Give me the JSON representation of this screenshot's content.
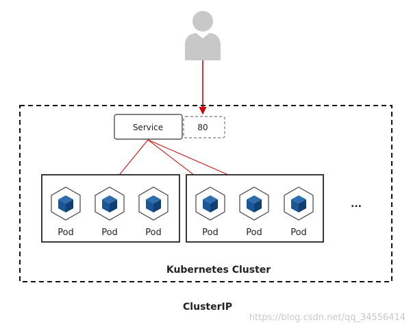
{
  "service": {
    "label": "Service",
    "port": "80"
  },
  "pods": {
    "group_left": [
      "Pod",
      "Pod",
      "Pod"
    ],
    "group_right": [
      "Pod",
      "Pod",
      "Pod"
    ]
  },
  "ellipsis": "...",
  "cluster_label": "Kubernetes Cluster",
  "caption": "ClusterIP",
  "watermark": "https://blog.csdn.net/qq_34556414",
  "colors": {
    "arrow": "#cc0000",
    "cube": "#1b5796",
    "user": "#c8c8c8"
  },
  "icons": {
    "user": "user-icon",
    "pod": "pod-cube-icon"
  }
}
